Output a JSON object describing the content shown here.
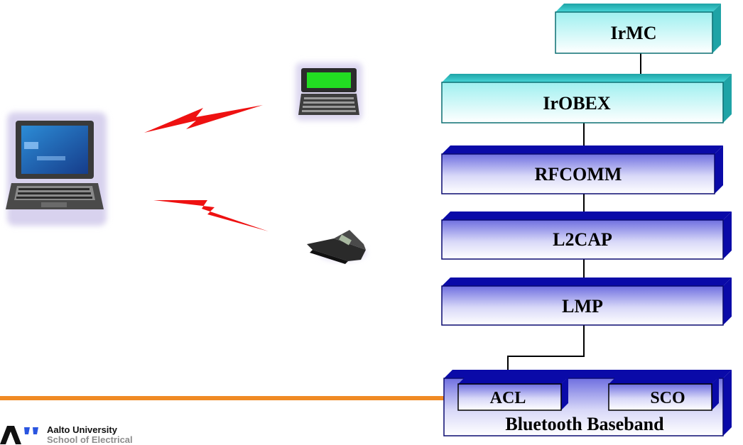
{
  "stack": {
    "layers": [
      {
        "id": "irmc",
        "label": "IrMC"
      },
      {
        "id": "irobex",
        "label": "IrOBEX"
      },
      {
        "id": "rfcomm",
        "label": "RFCOMM"
      },
      {
        "id": "l2cap",
        "label": "L2CAP"
      },
      {
        "id": "lmp",
        "label": "LMP"
      }
    ],
    "baseband": {
      "label": "Bluetooth Baseband",
      "acl": "ACL",
      "sco": "SCO"
    }
  },
  "devices": {
    "laptop": "laptop-icon",
    "pda": "pda-icon",
    "phone": "mobile-phone-icon"
  },
  "logo": {
    "line1": "Aalto University",
    "line2": "School of Electrical"
  },
  "colors": {
    "accent_line": "#f08a24",
    "cyan_layer": "#46d6d8",
    "blue_layer": "#0a0aa8",
    "lightning": "#ee1111"
  }
}
